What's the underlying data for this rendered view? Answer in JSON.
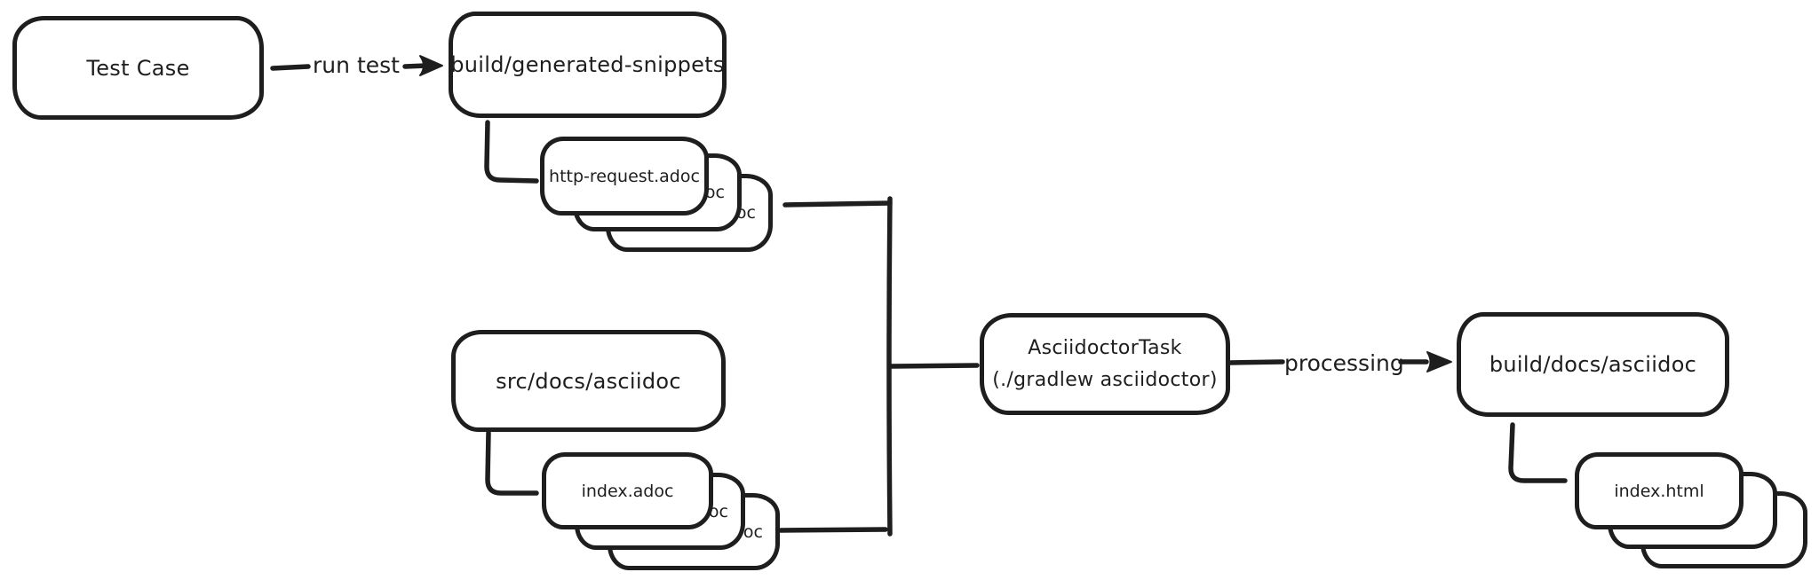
{
  "colors": {
    "stroke": "#1e1e1e",
    "background": "#ffffff"
  },
  "nodes": {
    "test_case": {
      "label": "Test Case"
    },
    "generated_snippets": {
      "label": "build/generated-snippets"
    },
    "src_docs_asciidoc": {
      "label": "src/docs/asciidoc"
    },
    "asciidoctor_task": {
      "line1": "AsciidoctorTask",
      "line2": "(./gradlew asciidoctor)"
    },
    "build_docs_asciidoc": {
      "label": "build/docs/asciidoc"
    }
  },
  "stacks": {
    "generated_snippets_files": {
      "front": "http-request.adoc",
      "mid_fragment": "oc",
      "back_fragment": "oc"
    },
    "src_adoc_files": {
      "front": "index.adoc",
      "mid_fragment": "oc",
      "back_fragment": "oc"
    },
    "output_html_files": {
      "front": "index.html",
      "mid_fragment": "",
      "back_fragment": ""
    }
  },
  "edge_labels": {
    "run_test": "run test",
    "processing": "processing"
  }
}
